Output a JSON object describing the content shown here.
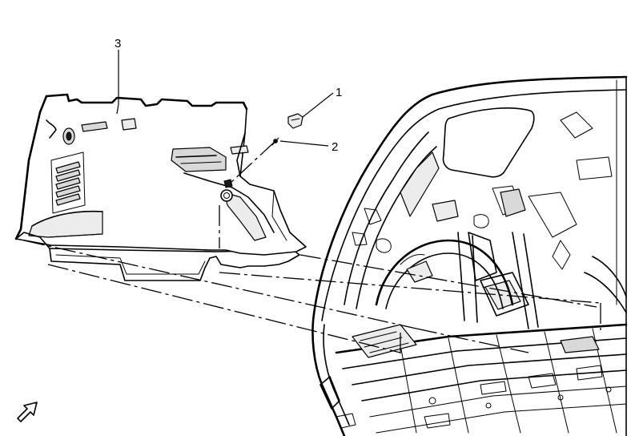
{
  "callouts": [
    {
      "id": "1",
      "label": "1"
    },
    {
      "id": "2",
      "label": "2"
    },
    {
      "id": "3",
      "label": "3"
    }
  ],
  "parts": {
    "trim_panel": "quarter-trim-panel",
    "clip": "retainer-clip",
    "fastener": "screw-fastener",
    "vehicle_body": "rear-cargo-body"
  },
  "icons": {
    "front_arrow": "front-direction-arrow-icon"
  },
  "colors": {
    "line": "#000000",
    "shade": "#d9d9d9",
    "background": "#ffffff"
  }
}
